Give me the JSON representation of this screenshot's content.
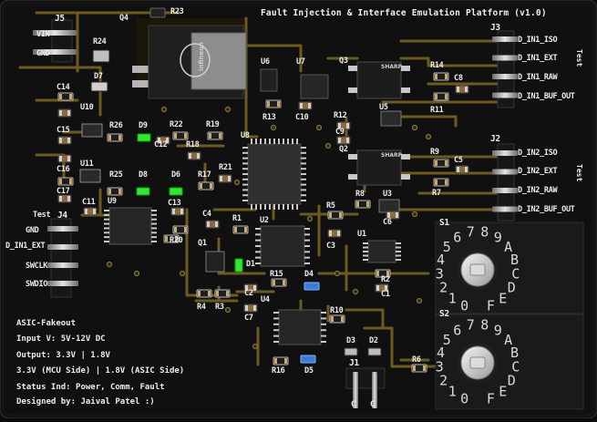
{
  "title": "Fault Injection & Interface Emulation Platform (v1.0)",
  "info_lines": [
    "ASIC-Fakeout",
    "Input V: 5V-12V DC",
    "Output: 3.3V | 1.8V",
    "3.3V (MCU Side) | 1.8V (ASIC Side)",
    "Status Ind: Power, Comm, Fault",
    "Designed by: Jaival Patel :)"
  ],
  "connector_j3": {
    "ref": "J3",
    "pins": [
      "D_IN1_ISO",
      "D_IN1_EXT",
      "D_IN1_RAW",
      "D_IN1_BUF_OUT"
    ],
    "side_label": "Test"
  },
  "connector_j2": {
    "ref": "J2",
    "pins": [
      "D_IN2_ISO",
      "D_IN2_EXT",
      "D_IN2_RAW",
      "D_IN2_BUF_OUT"
    ],
    "side_label": "Test"
  },
  "connector_j4": {
    "ref": "J4",
    "test_label": "Test",
    "pins": [
      "GND",
      "D_IN1_EXT",
      "SWCLK",
      "SWDIO"
    ]
  },
  "connector_j5": {
    "ref": "J5",
    "pins": [
      "VIN",
      "GND"
    ]
  },
  "connector_j1": {
    "ref": "J1",
    "pins": [
      "C",
      "C"
    ]
  },
  "rotary_switches": [
    {
      "ref": "S1",
      "digits": "0123456789ABCDEF"
    },
    {
      "ref": "S2",
      "digits": "0123456789ABCDEF"
    }
  ],
  "brands": {
    "q4": "infineon",
    "q3": "SHARP",
    "q2": "SHARP"
  },
  "refdes": {
    "J5": "J5",
    "Q4": "Q4",
    "R23": "R23",
    "R24": "R24",
    "D7": "D7",
    "C14": "C14",
    "U10": "U10",
    "R26": "R26",
    "D9": "D9",
    "R22": "R22",
    "R19": "R19",
    "C12": "C12",
    "R18": "R18",
    "C15": "C15",
    "C16": "C16",
    "U11": "U11",
    "R25": "R25",
    "D8": "D8",
    "D6": "D6",
    "R17": "R17",
    "R21": "R21",
    "C17": "C17",
    "C11": "C11",
    "U9": "U9",
    "C13": "C13",
    "R20": "R20",
    "C4": "C4",
    "R1": "R1",
    "Q1": "Q1",
    "D1": "D1",
    "R4": "R4",
    "R3": "R3",
    "U6": "U6",
    "U7": "U7",
    "R13": "R13",
    "C10": "C10",
    "U8": "U8",
    "Q3": "Q3",
    "R14": "R14",
    "C8": "C8",
    "R11": "R11",
    "R12": "R12",
    "U5": "U5",
    "C9": "C9",
    "Q2": "Q2",
    "R9": "R9",
    "C5": "C5",
    "R7": "R7",
    "R8": "R8",
    "U3": "U3",
    "C6": "C6",
    "R5": "R5",
    "C3": "C3",
    "U2": "U2",
    "U1": "U1",
    "R2": "R2",
    "C1": "C1",
    "R15": "R15",
    "D4": "D4",
    "C2": "C2",
    "C7": "C7",
    "U4": "U4",
    "R10": "R10",
    "R16": "R16",
    "D5": "D5",
    "D3": "D3",
    "D2": "D2",
    "R6": "R6"
  },
  "colors": {
    "board": "#0d0d0d",
    "copper": "#6b5a22",
    "copper_bright": "#8a7428",
    "silk": "#ececec",
    "pad": "#c9a86a",
    "led_green": "#33e633",
    "led_blue": "#3a7bd5"
  }
}
